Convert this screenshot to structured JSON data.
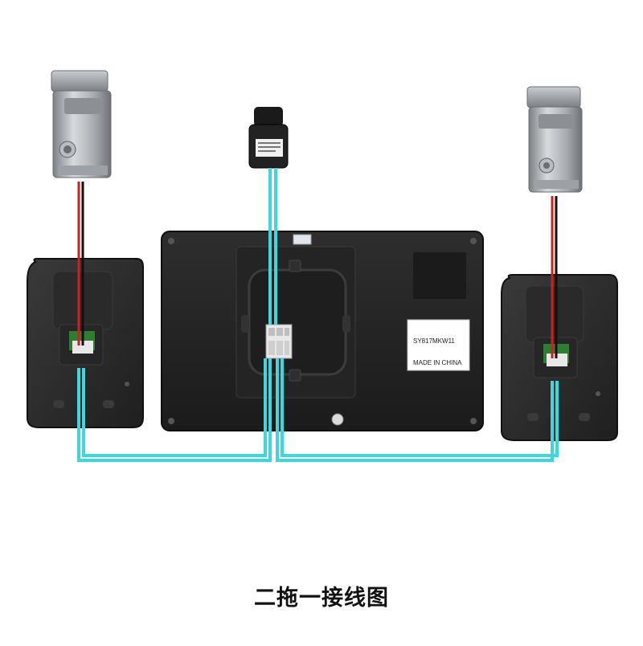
{
  "caption": "二拖一接线图",
  "monitor": {
    "model_label": "SY817MKW11",
    "origin_label": "MADE IN CHINA"
  },
  "colors": {
    "cable": "#3fd6dd",
    "wire_red": "#d41c1c",
    "wire_black": "#111111",
    "device_body": "#2b2b2b",
    "lock_metal": "#a9adb1"
  }
}
